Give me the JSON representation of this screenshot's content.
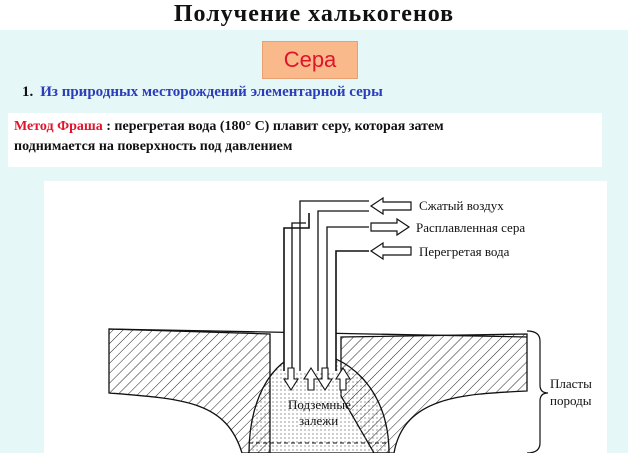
{
  "header": {
    "title": "Получение  халькогенов"
  },
  "badge": {
    "label": "Сера"
  },
  "item": {
    "number": "1.",
    "text": "Из природных месторождений элементарной серы"
  },
  "note": {
    "method": "Метод Фраша",
    "rest_line1": " : перегретая вода (180° С) плавит серу, которая затем",
    "line2": "поднимается на поверхность под давлением"
  },
  "diagram": {
    "label_air": "Сжатый воздух",
    "label_molten": "Расплавленная сера",
    "label_water": "Перегретая вода",
    "label_layers_1": "Пласты",
    "label_layers_2": "породы",
    "label_deposit_1": "Подземные",
    "label_deposit_2": "залежи"
  },
  "colors": {
    "title_red": "#e0142b",
    "item_blue": "#2a3dbb",
    "panel": "#e6f7f7",
    "badge": "#f9b98a"
  }
}
